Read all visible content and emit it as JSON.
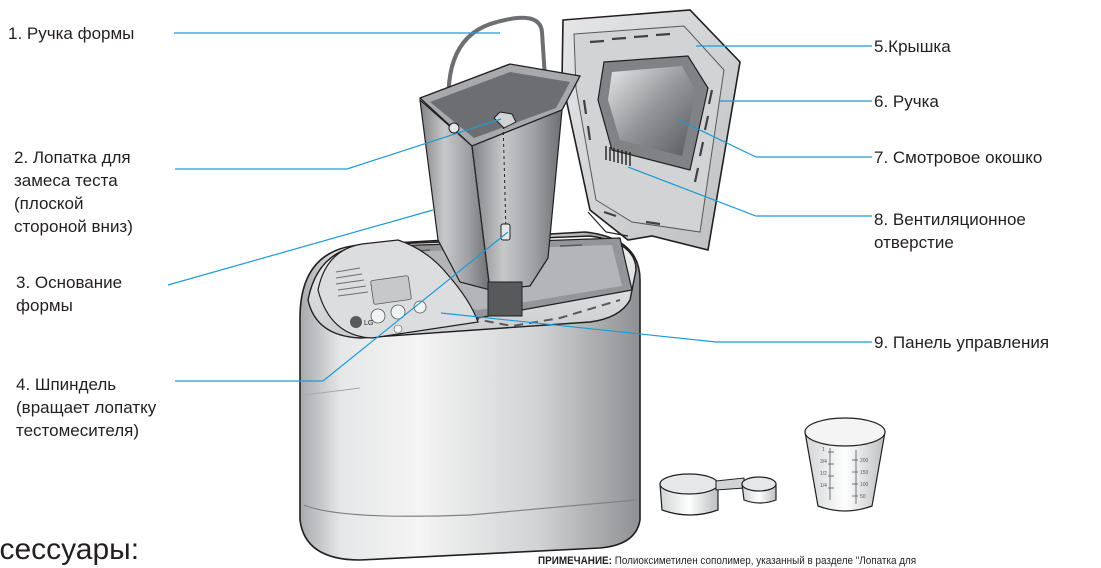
{
  "labels": [
    {
      "id": "pan-handle",
      "lines": [
        "1. Ручка формы"
      ]
    },
    {
      "id": "kneading-blade",
      "lines": [
        "2. Лопатка для",
        "замеса теста",
        "(плоской",
        "стороной вниз)"
      ]
    },
    {
      "id": "pan-base",
      "lines": [
        "3. Основание",
        "формы"
      ]
    },
    {
      "id": "spindle",
      "lines": [
        "4. Шпиндель",
        "(вращает лопатку",
        "тестомесителя)"
      ]
    },
    {
      "id": "lid",
      "lines": [
        "5.Крышка"
      ]
    },
    {
      "id": "lid-handle",
      "lines": [
        "6. Ручка"
      ]
    },
    {
      "id": "viewing-window",
      "lines": [
        "7. Смотровое окошко"
      ]
    },
    {
      "id": "steam-vent",
      "lines": [
        "8. Вентиляционное",
        "отверстие"
      ]
    },
    {
      "id": "control-panel",
      "lines": [
        "9. Панель управления"
      ]
    }
  ],
  "accessories_heading": "ксессуары:",
  "note": {
    "label": "ПРИМЕЧАНИЕ:",
    "text": " Полиоксиметилен сополимер, указанный в разделе \"Лопатка для"
  },
  "brand": "LG",
  "cup_marks": [
    "1",
    "3/4",
    "1/2",
    "1/4",
    "200",
    "150",
    "100",
    "50"
  ],
  "colors": {
    "leader_line": "#1e9ad6",
    "text": "#231f20",
    "metal_light": "#e6e7e8",
    "metal_mid": "#b8babc",
    "metal_dark": "#6d6e71",
    "outline": "#231f20"
  }
}
